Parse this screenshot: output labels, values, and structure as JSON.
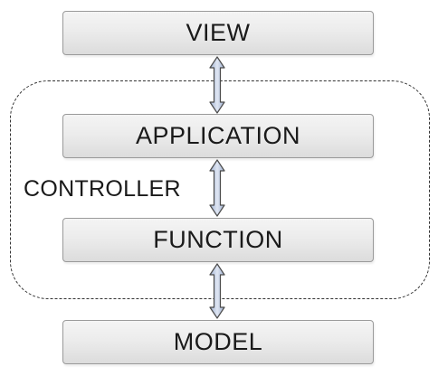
{
  "layers": {
    "view": "VIEW",
    "application": "APPLICATION",
    "function": "FUNCTION",
    "model": "MODEL"
  },
  "controller_label": "CONTROLLER",
  "colors": {
    "box_border": "#9a9a9a",
    "box_fill": "#e6e6e6",
    "arrow_fill": "#b8c4dc",
    "arrow_stroke": "#4a4a4a",
    "dashed_border": "#333333"
  }
}
